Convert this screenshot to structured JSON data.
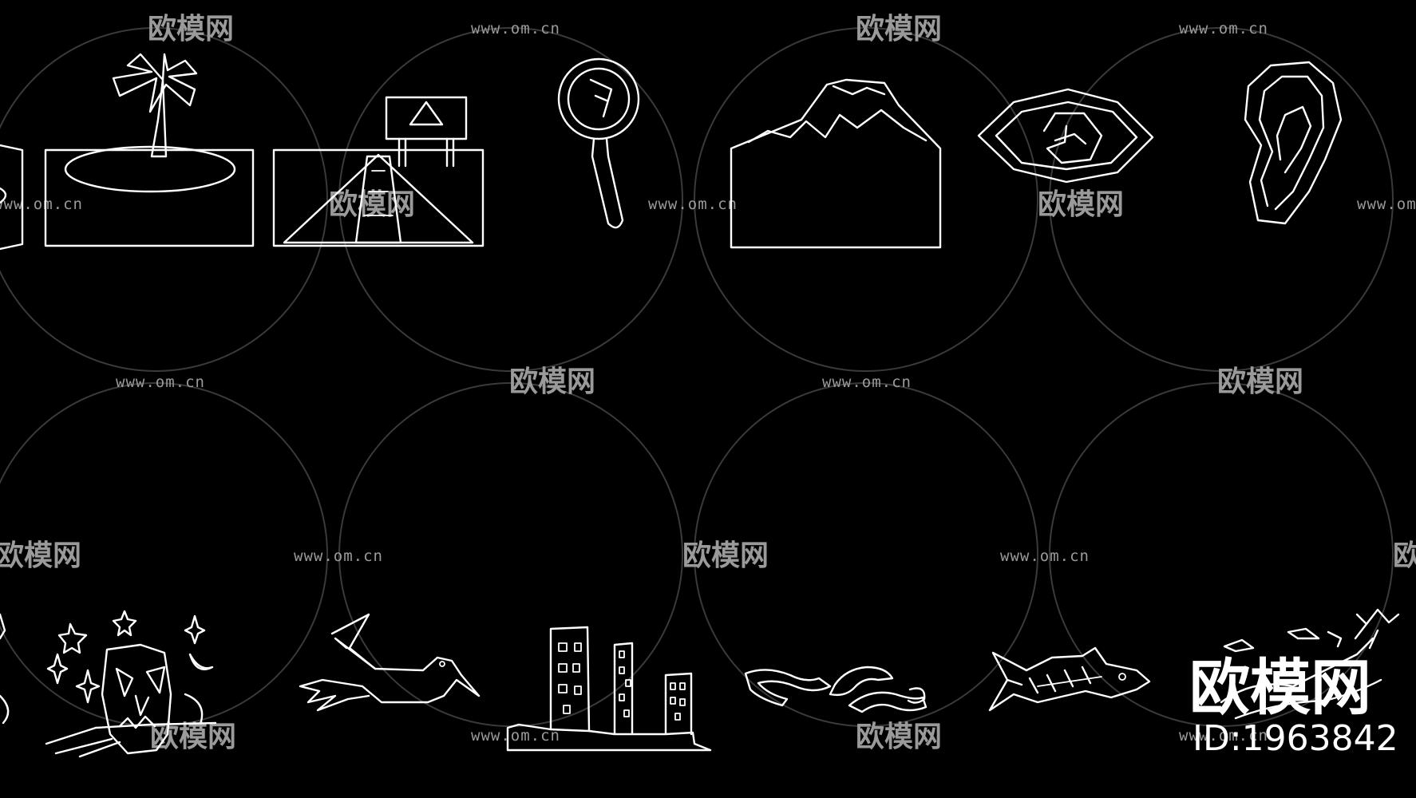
{
  "watermarks": {
    "url": "www.om.cn",
    "brand": "欧模网"
  },
  "brand_overlay": {
    "name": "欧模网",
    "id": "ID:1963842"
  },
  "colors": {
    "background": "#000000",
    "line": "#ffffff",
    "watermark": "#9a9a9a"
  },
  "icons": {
    "row1": [
      "island-palm-icon",
      "road-billboard-icon",
      "magnifier-icon",
      "mountain-icon",
      "eye-icon",
      "ear-icon"
    ],
    "row2": [
      "owl-stars-icon",
      "bird-icon",
      "city-buildings-icon",
      "snakes-icon",
      "fish-icon",
      "bird-branch-icon"
    ]
  }
}
